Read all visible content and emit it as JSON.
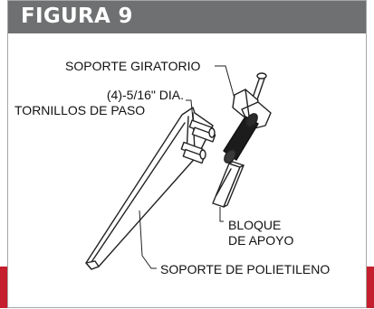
{
  "figure": {
    "title": "FIGURA 9",
    "labels": {
      "swivel_bracket": "SOPORTE GIRATORIO",
      "bolts_line1": "(4)-5/16\" DIA.",
      "bolts_line2": "TORNILLOS DE PASO",
      "block_line1": "BLOQUE",
      "block_line2": "DE APOYO",
      "poly_bracket": "SOPORTE DE POLIETILENO"
    }
  },
  "colors": {
    "header_bg": "#6f7071",
    "accent_red": "#c51f2d",
    "line": "#222222"
  }
}
